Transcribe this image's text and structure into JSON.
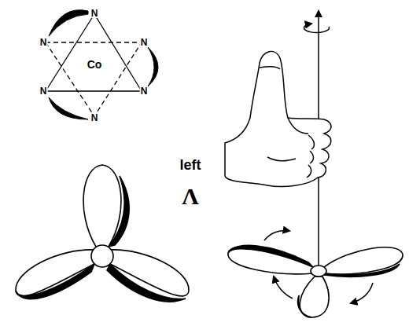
{
  "diagram": {
    "labels": [
      "N",
      "N",
      "N",
      "N",
      "N",
      "N",
      "Co",
      "left",
      "Λ"
    ]
  }
}
